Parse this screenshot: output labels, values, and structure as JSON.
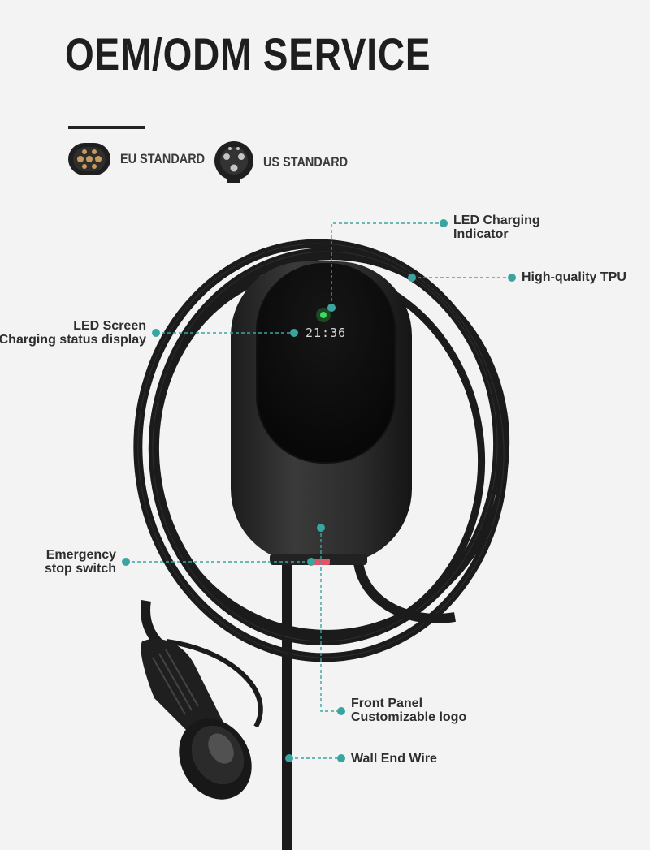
{
  "title": "OEM/ODM SERVICE",
  "standards": [
    {
      "label": "EU STANDARD",
      "icon": "eu-connector-icon"
    },
    {
      "label": "US STANDARD",
      "icon": "us-connector-icon"
    }
  ],
  "screen_readout": "21:36",
  "callouts": {
    "led_indicator": {
      "line1": "LED Charging",
      "line2": "Indicator"
    },
    "tpu": {
      "line1": "High-quality TPU"
    },
    "led_screen": {
      "line1": "LED Screen",
      "line2": "Charging status display"
    },
    "emergency": {
      "line1": "Emergency",
      "line2": "stop switch"
    },
    "front_panel": {
      "line1": "Front Panel",
      "line2": "Customizable logo"
    },
    "wall_wire": {
      "line1": "Wall End Wire"
    }
  },
  "colors": {
    "accent": "#3aa5a0",
    "device": "#2a2a2a",
    "led_green": "#39e05a",
    "stop_red": "#e0556a"
  }
}
